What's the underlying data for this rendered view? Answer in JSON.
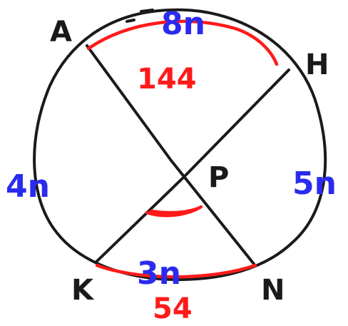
{
  "points": {
    "A": "A",
    "H": "H",
    "K": "K",
    "N": "N",
    "P": "P"
  },
  "arc_labels": {
    "AH": "8n",
    "AK": "4n",
    "HN": "5n",
    "KN": "3n"
  },
  "arc_measures": {
    "AH": "144",
    "KN": "54"
  },
  "colors": {
    "ink": "#1a1a1a",
    "highlight": "#ff1a1a",
    "arc_label": "#2b2bf0"
  }
}
